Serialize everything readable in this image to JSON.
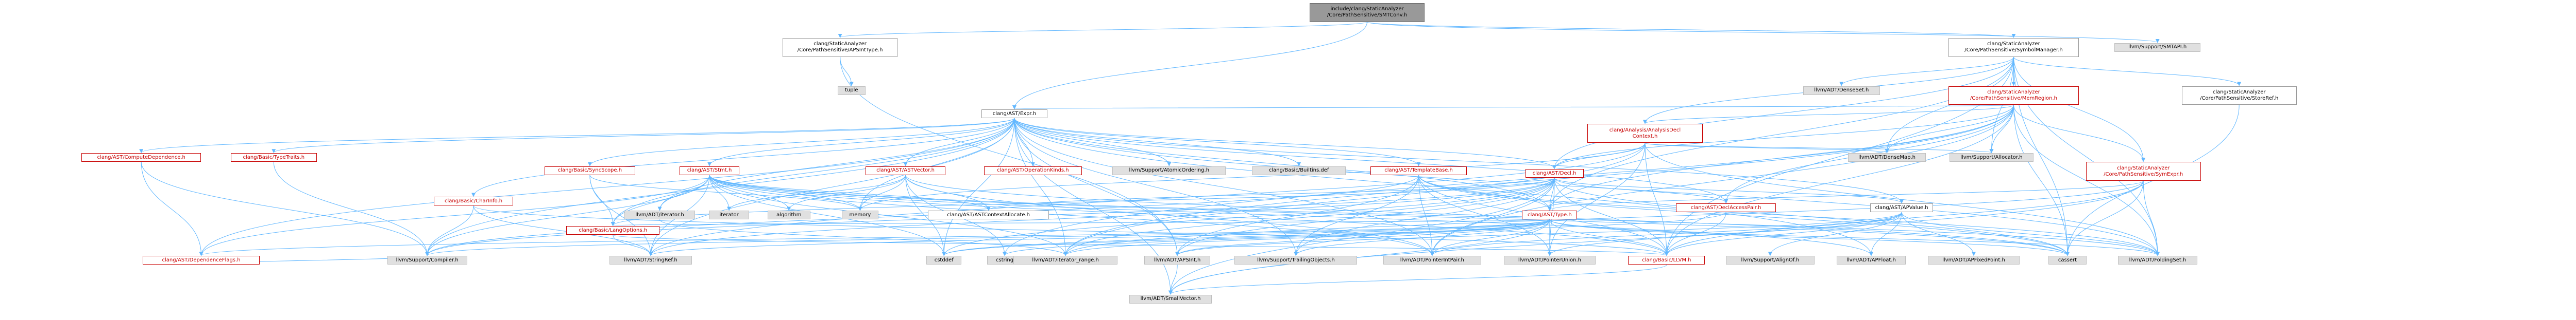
{
  "nodes": [
    {
      "id": "root",
      "label": "include/clang/StaticAnalyzer\n/Core/PathSensitive/SMTConv.h",
      "kind": "root"
    },
    {
      "id": "apsint",
      "label": "clang/StaticAnalyzer\n/Core/PathSensitive/APSIntType.h",
      "kind": "plain"
    },
    {
      "id": "symman",
      "label": "clang/StaticAnalyzer\n/Core/PathSensitive/SymbolManager.h",
      "kind": "plain"
    },
    {
      "id": "smtapi",
      "label": "llvm/Support/SMTAPI.h",
      "kind": "grey"
    },
    {
      "id": "tuple",
      "label": "tuple",
      "kind": "grey"
    },
    {
      "id": "densesetL",
      "label": "llvm/ADT/DenseSet.h",
      "kind": "grey"
    },
    {
      "id": "memregion",
      "label": "clang/StaticAnalyzer\n/Core/PathSensitive/MemRegion.h",
      "kind": "red"
    },
    {
      "id": "storeref",
      "label": "clang/StaticAnalyzer\n/Core/PathSensitive/StoreRef.h",
      "kind": "plain"
    },
    {
      "id": "expr",
      "label": "clang/AST/Expr.h",
      "kind": "plain"
    },
    {
      "id": "analysisdecl",
      "label": "clang/Analysis/AnalysisDecl\nContext.h",
      "kind": "red"
    },
    {
      "id": "densemap",
      "label": "llvm/ADT/DenseMap.h",
      "kind": "grey"
    },
    {
      "id": "allocator",
      "label": "llvm/Support/Allocator.h",
      "kind": "grey"
    },
    {
      "id": "symexpr",
      "label": "clang/StaticAnalyzer\n/Core/PathSensitive/SymExpr.h",
      "kind": "red"
    },
    {
      "id": "computedep",
      "label": "clang/AST/ComputeDependence.h",
      "kind": "red"
    },
    {
      "id": "typetraits",
      "label": "clang/Basic/TypeTraits.h",
      "kind": "red"
    },
    {
      "id": "stmt",
      "label": "clang/AST/Stmt.h",
      "kind": "red"
    },
    {
      "id": "charinfo",
      "label": "clang/Basic/CharInfo.h",
      "kind": "red"
    },
    {
      "id": "syncscope",
      "label": "clang/Basic/SyncScope.h",
      "kind": "red"
    },
    {
      "id": "astvector",
      "label": "clang/AST/ASTVector.h",
      "kind": "red"
    },
    {
      "id": "opkinds",
      "label": "clang/AST/OperationKinds.h",
      "kind": "red"
    },
    {
      "id": "atomicord",
      "label": "llvm/Support/AtomicOrdering.h",
      "kind": "grey"
    },
    {
      "id": "builtinsdef",
      "label": "clang/Basic/Builtins.def",
      "kind": "grey"
    },
    {
      "id": "templatebase",
      "label": "clang/AST/TemplateBase.h",
      "kind": "red"
    },
    {
      "id": "decl",
      "label": "clang/AST/Decl.h",
      "kind": "red"
    },
    {
      "id": "declaccess",
      "label": "clang/AST/DeclAccessPair.h",
      "kind": "red"
    },
    {
      "id": "apvalue",
      "label": "clang/AST/APValue.h",
      "kind": "plain"
    },
    {
      "id": "iterator_h",
      "label": "llvm/ADT/iterator.h",
      "kind": "grey"
    },
    {
      "id": "iterator",
      "label": "iterator",
      "kind": "grey"
    },
    {
      "id": "algorithm",
      "label": "algorithm",
      "kind": "grey"
    },
    {
      "id": "memory",
      "label": "memory",
      "kind": "grey"
    },
    {
      "id": "astctxalloc",
      "label": "clang/AST/ASTContextAllocate.h",
      "kind": "plain"
    },
    {
      "id": "type",
      "label": "clang/AST/Type.h",
      "kind": "red"
    },
    {
      "id": "depflags",
      "label": "clang/AST/DependenceFlags.h",
      "kind": "red"
    },
    {
      "id": "compiler",
      "label": "llvm/Support/Compiler.h",
      "kind": "grey"
    },
    {
      "id": "langopts",
      "label": "clang/Basic/LangOptions.h",
      "kind": "red"
    },
    {
      "id": "stringref",
      "label": "llvm/ADT/StringRef.h",
      "kind": "grey"
    },
    {
      "id": "cstddef",
      "label": "cstddef",
      "kind": "grey"
    },
    {
      "id": "cstring",
      "label": "cstring",
      "kind": "grey"
    },
    {
      "id": "iterrange",
      "label": "llvm/ADT/iterator_range.h",
      "kind": "grey"
    },
    {
      "id": "apsintL",
      "label": "llvm/ADT/APSInt.h",
      "kind": "grey"
    },
    {
      "id": "trailing",
      "label": "llvm/Support/TrailingObjects.h",
      "kind": "grey"
    },
    {
      "id": "ptrint",
      "label": "llvm/ADT/PointerIntPair.h",
      "kind": "grey"
    },
    {
      "id": "ptrunion",
      "label": "llvm/ADT/PointerUnion.h",
      "kind": "grey"
    },
    {
      "id": "llvm_h",
      "label": "clang/Basic/LLVM.h",
      "kind": "red"
    },
    {
      "id": "alignof",
      "label": "llvm/Support/AlignOf.h",
      "kind": "grey"
    },
    {
      "id": "apfloat",
      "label": "llvm/ADT/APFloat.h",
      "kind": "grey"
    },
    {
      "id": "apfixed",
      "label": "llvm/ADT/APFixedPoint.h",
      "kind": "grey"
    },
    {
      "id": "cassert",
      "label": "cassert",
      "kind": "grey"
    },
    {
      "id": "foldingset",
      "label": "llvm/ADT/FoldingSet.h",
      "kind": "grey"
    },
    {
      "id": "smallvec",
      "label": "llvm/ADT/SmallVector.h",
      "kind": "grey"
    }
  ],
  "edges": [
    [
      "root",
      "apsint"
    ],
    [
      "root",
      "symman"
    ],
    [
      "root",
      "smtapi"
    ],
    [
      "root",
      "expr"
    ],
    [
      "apsint",
      "tuple"
    ],
    [
      "apsint",
      "apsintL"
    ],
    [
      "symman",
      "densesetL"
    ],
    [
      "symman",
      "memregion"
    ],
    [
      "symman",
      "storeref"
    ],
    [
      "symman",
      "symexpr"
    ],
    [
      "symman",
      "densemap"
    ],
    [
      "symman",
      "allocator"
    ],
    [
      "symman",
      "foldingset"
    ],
    [
      "symman",
      "cassert"
    ],
    [
      "symman",
      "type"
    ],
    [
      "symman",
      "decl"
    ],
    [
      "symman",
      "analysisdecl"
    ],
    [
      "symman",
      "llvm_h"
    ],
    [
      "memregion",
      "analysisdecl"
    ],
    [
      "memregion",
      "expr"
    ],
    [
      "memregion",
      "decl"
    ],
    [
      "memregion",
      "type"
    ],
    [
      "memregion",
      "densemap"
    ],
    [
      "memregion",
      "allocator"
    ],
    [
      "memregion",
      "foldingset"
    ],
    [
      "memregion",
      "cassert"
    ],
    [
      "memregion",
      "ptrint"
    ],
    [
      "memregion",
      "iterrange"
    ],
    [
      "memregion",
      "llvm_h"
    ],
    [
      "memregion",
      "declaccess"
    ],
    [
      "memregion",
      "symexpr"
    ],
    [
      "memregion",
      "cstring"
    ],
    [
      "storeref",
      "cassert"
    ],
    [
      "symexpr",
      "type"
    ],
    [
      "symexpr",
      "llvm_h"
    ],
    [
      "symexpr",
      "foldingset"
    ],
    [
      "symexpr",
      "iterrange"
    ],
    [
      "symexpr",
      "smallvec"
    ],
    [
      "symexpr",
      "cassert"
    ],
    [
      "analysisdecl",
      "decl"
    ],
    [
      "analysisdecl",
      "densemap"
    ],
    [
      "analysisdecl",
      "allocator"
    ],
    [
      "analysisdecl",
      "iterrange"
    ],
    [
      "analysisdecl",
      "llvm_h"
    ],
    [
      "analysisdecl",
      "stringref"
    ],
    [
      "analysisdecl",
      "memory"
    ],
    [
      "analysisdecl",
      "foldingset"
    ],
    [
      "analysisdecl",
      "ptrunion"
    ],
    [
      "expr",
      "computedep"
    ],
    [
      "expr",
      "typetraits"
    ],
    [
      "expr",
      "stmt"
    ],
    [
      "expr",
      "charinfo"
    ],
    [
      "expr",
      "syncscope"
    ],
    [
      "expr",
      "astvector"
    ],
    [
      "expr",
      "opkinds"
    ],
    [
      "expr",
      "atomicord"
    ],
    [
      "expr",
      "builtinsdef"
    ],
    [
      "expr",
      "templatebase"
    ],
    [
      "expr",
      "decl"
    ],
    [
      "expr",
      "declaccess"
    ],
    [
      "expr",
      "apvalue"
    ],
    [
      "expr",
      "type"
    ],
    [
      "expr",
      "depflags"
    ],
    [
      "expr",
      "compiler"
    ],
    [
      "expr",
      "langopts"
    ],
    [
      "expr",
      "stringref"
    ],
    [
      "expr",
      "apsintL"
    ],
    [
      "expr",
      "trailing"
    ],
    [
      "expr",
      "ptrint"
    ],
    [
      "expr",
      "iterrange"
    ],
    [
      "expr",
      "apfloat"
    ],
    [
      "expr",
      "smallvec"
    ],
    [
      "expr",
      "iterator_h"
    ],
    [
      "expr",
      "memory"
    ],
    [
      "expr",
      "cstddef"
    ],
    [
      "expr",
      "foldingset"
    ],
    [
      "computedep",
      "depflags"
    ],
    [
      "computedep",
      "compiler"
    ],
    [
      "typetraits",
      "compiler"
    ],
    [
      "stmt",
      "depflags"
    ],
    [
      "stmt",
      "compiler"
    ],
    [
      "stmt",
      "langopts"
    ],
    [
      "stmt",
      "stringref"
    ],
    [
      "stmt",
      "iterator_h"
    ],
    [
      "stmt",
      "iterator"
    ],
    [
      "stmt",
      "algorithm"
    ],
    [
      "stmt",
      "memory"
    ],
    [
      "stmt",
      "astctxalloc"
    ],
    [
      "stmt",
      "cstddef"
    ],
    [
      "stmt",
      "iterrange"
    ],
    [
      "stmt",
      "ptrint"
    ],
    [
      "stmt",
      "llvm_h"
    ],
    [
      "stmt",
      "cassert"
    ],
    [
      "stmt",
      "apfloat"
    ],
    [
      "stmt",
      "foldingset"
    ],
    [
      "charinfo",
      "compiler"
    ],
    [
      "charinfo",
      "stringref"
    ],
    [
      "charinfo",
      "llvm_h"
    ],
    [
      "syncscope",
      "langopts"
    ],
    [
      "syncscope",
      "stringref"
    ],
    [
      "syncscope",
      "memory"
    ],
    [
      "astvector",
      "astctxalloc"
    ],
    [
      "astvector",
      "algorithm"
    ],
    [
      "astvector",
      "memory"
    ],
    [
      "astvector",
      "iterator"
    ],
    [
      "astvector",
      "cstddef"
    ],
    [
      "astvector",
      "cstring"
    ],
    [
      "astvector",
      "ptrint"
    ],
    [
      "astvector",
      "cassert"
    ],
    [
      "templatebase",
      "type"
    ],
    [
      "templatebase",
      "apsintL"
    ],
    [
      "templatebase",
      "ptrunion"
    ],
    [
      "templatebase",
      "trailing"
    ],
    [
      "templatebase",
      "foldingset"
    ],
    [
      "templatebase",
      "llvm_h"
    ],
    [
      "templatebase",
      "compiler"
    ],
    [
      "templatebase",
      "ptrint"
    ],
    [
      "templatebase",
      "cassert"
    ],
    [
      "decl",
      "apvalue"
    ],
    [
      "decl",
      "type"
    ],
    [
      "decl",
      "declaccess"
    ],
    [
      "decl",
      "apsintL"
    ],
    [
      "decl",
      "ptrint"
    ],
    [
      "decl",
      "ptrunion"
    ],
    [
      "decl",
      "stringref"
    ],
    [
      "decl",
      "iterrange"
    ],
    [
      "decl",
      "trailing"
    ],
    [
      "decl",
      "compiler"
    ],
    [
      "decl",
      "cassert"
    ],
    [
      "decl",
      "cstddef"
    ],
    [
      "decl",
      "llvm_h"
    ],
    [
      "decl",
      "langopts"
    ],
    [
      "decl",
      "astctxalloc"
    ],
    [
      "decl",
      "smallvec"
    ],
    [
      "declaccess",
      "llvm_h"
    ],
    [
      "declaccess",
      "cstddef"
    ],
    [
      "apvalue",
      "apfixed"
    ],
    [
      "apvalue",
      "apsintL"
    ],
    [
      "apvalue",
      "apfloat"
    ],
    [
      "apvalue",
      "foldingset"
    ],
    [
      "apvalue",
      "ptrint"
    ],
    [
      "apvalue",
      "ptrunion"
    ],
    [
      "apvalue",
      "alignof"
    ],
    [
      "apvalue",
      "llvm_h"
    ],
    [
      "type",
      "depflags"
    ],
    [
      "type",
      "langopts"
    ],
    [
      "type",
      "llvm_h"
    ],
    [
      "type",
      "apint"
    ],
    [
      "type",
      "apsintL"
    ],
    [
      "type",
      "foldingset"
    ],
    [
      "type",
      "ptrint"
    ],
    [
      "type",
      "ptrunion"
    ],
    [
      "type",
      "stringref"
    ],
    [
      "type",
      "iterrange"
    ],
    [
      "type",
      "trailing"
    ],
    [
      "type",
      "compiler"
    ],
    [
      "type",
      "cassert"
    ],
    [
      "type",
      "cstddef"
    ],
    [
      "type",
      "cstring"
    ],
    [
      "type",
      "smallvec"
    ],
    [
      "depflags",
      "compiler"
    ],
    [
      "langopts",
      "llvm_h"
    ],
    [
      "langopts",
      "stringref"
    ],
    [
      "iterator_h",
      "iterrange"
    ],
    [
      "llvm_h",
      "smallvec"
    ],
    [
      "apsintL",
      "smallvec"
    ]
  ]
}
